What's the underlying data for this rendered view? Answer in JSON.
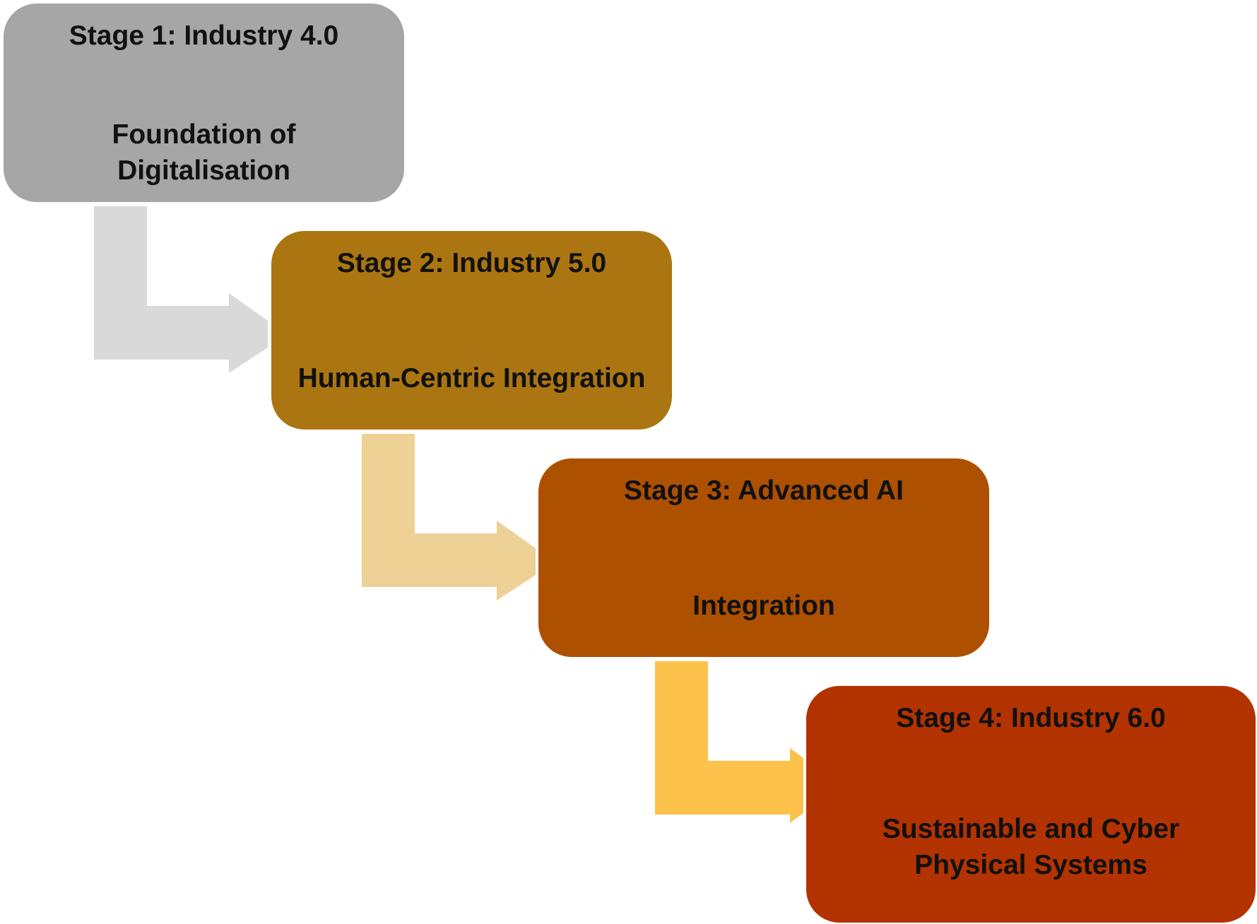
{
  "stages": [
    {
      "title": "Stage 1: Industry 4.0",
      "subtitle": "Foundation of Digitalisation",
      "color": "#a6a6a6"
    },
    {
      "title": "Stage 2: Industry 5.0",
      "subtitle": "Human-Centric Integration",
      "color": "#ab7611"
    },
    {
      "title": "Stage 3: Advanced AI",
      "subtitle": "Integration",
      "color": "#ad5000"
    },
    {
      "title": "Stage 4: Industry 6.0",
      "subtitle": "Sustainable and Cyber Physical Systems",
      "color": "#b33300"
    }
  ],
  "arrows": [
    {
      "from": "stage-1",
      "to": "stage-2",
      "color": "#d9d9d9"
    },
    {
      "from": "stage-2",
      "to": "stage-3",
      "color": "#eed195"
    },
    {
      "from": "stage-3",
      "to": "stage-4",
      "color": "#fdc24c"
    }
  ]
}
